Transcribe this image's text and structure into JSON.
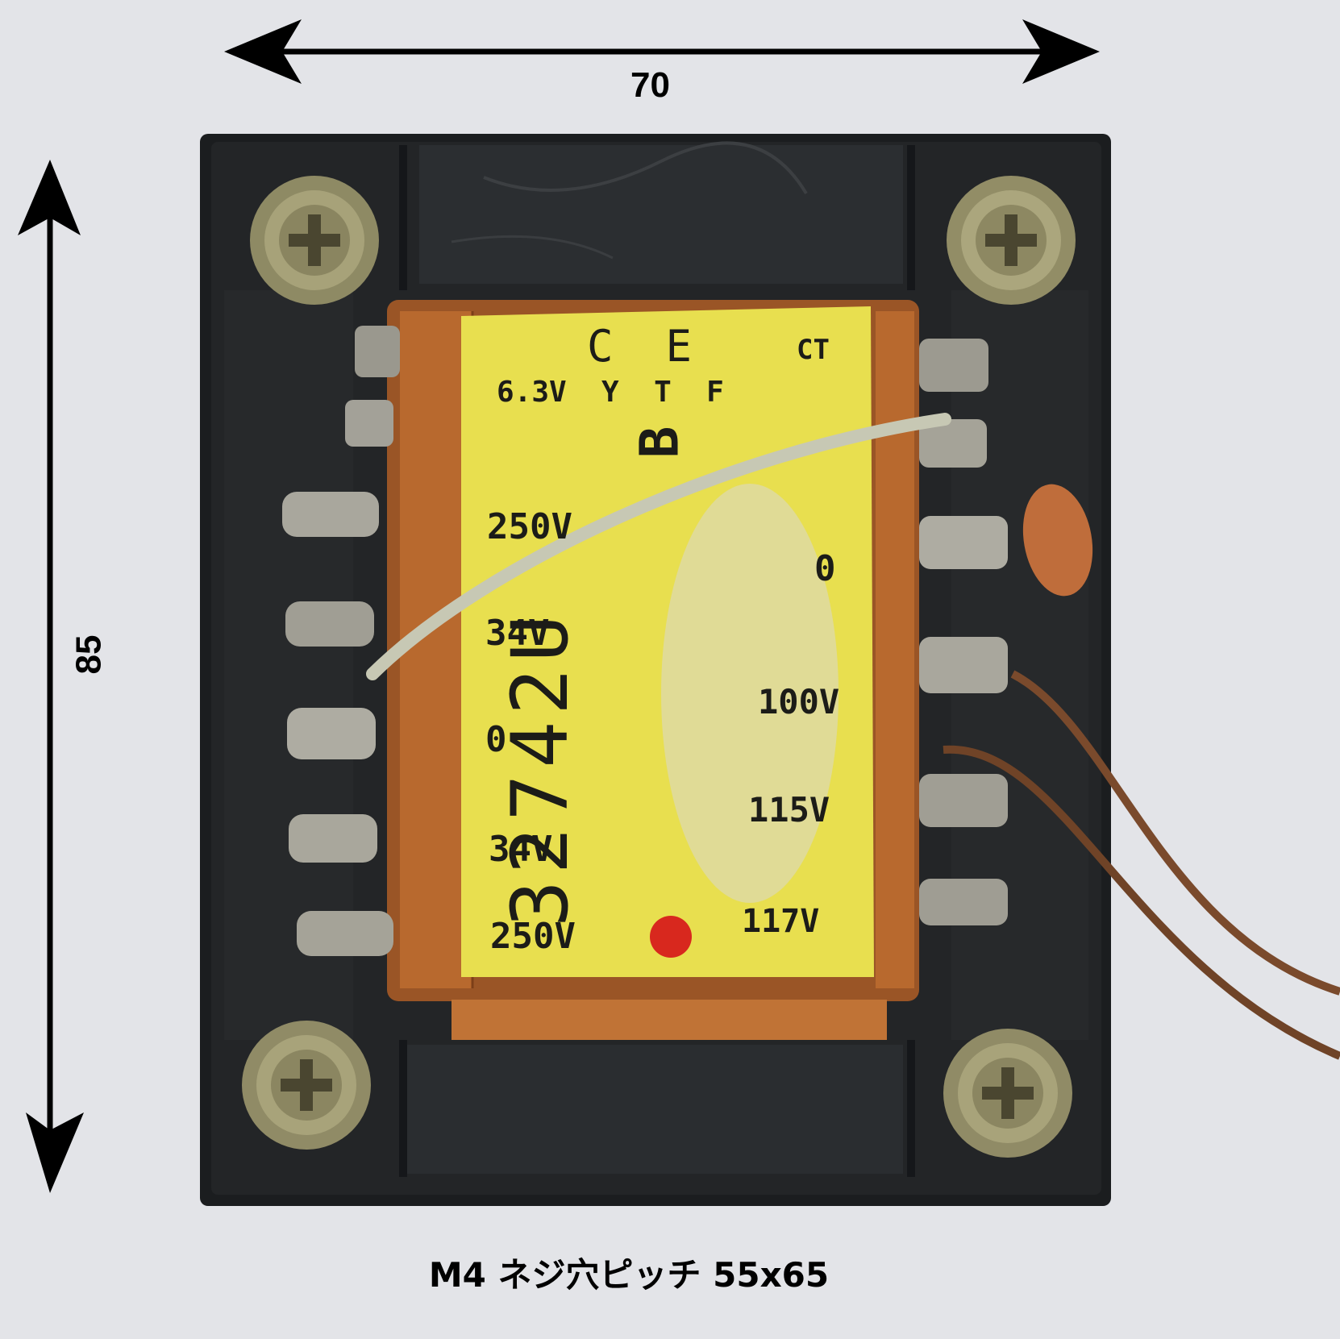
{
  "dimensions": {
    "width": "70",
    "height": "85"
  },
  "caption": "M4 ネジ穴ピッチ 55x65",
  "label": {
    "header_top": "C  E",
    "ct": "CT",
    "header_row": "6.3V  Y  T  F",
    "model_b": "B",
    "model_number": "32742U",
    "left_col": [
      "250V",
      "34V",
      "0",
      "34V",
      "250V"
    ],
    "right_col": [
      "0",
      "100V",
      "115V",
      "117V"
    ]
  },
  "colors": {
    "background": "#e3e4e8",
    "core": "#1d1f21",
    "label_paper": "#e9e257",
    "copper": "#b9692f",
    "red_dot": "#d8281e",
    "wire": "#7a4a2c"
  }
}
